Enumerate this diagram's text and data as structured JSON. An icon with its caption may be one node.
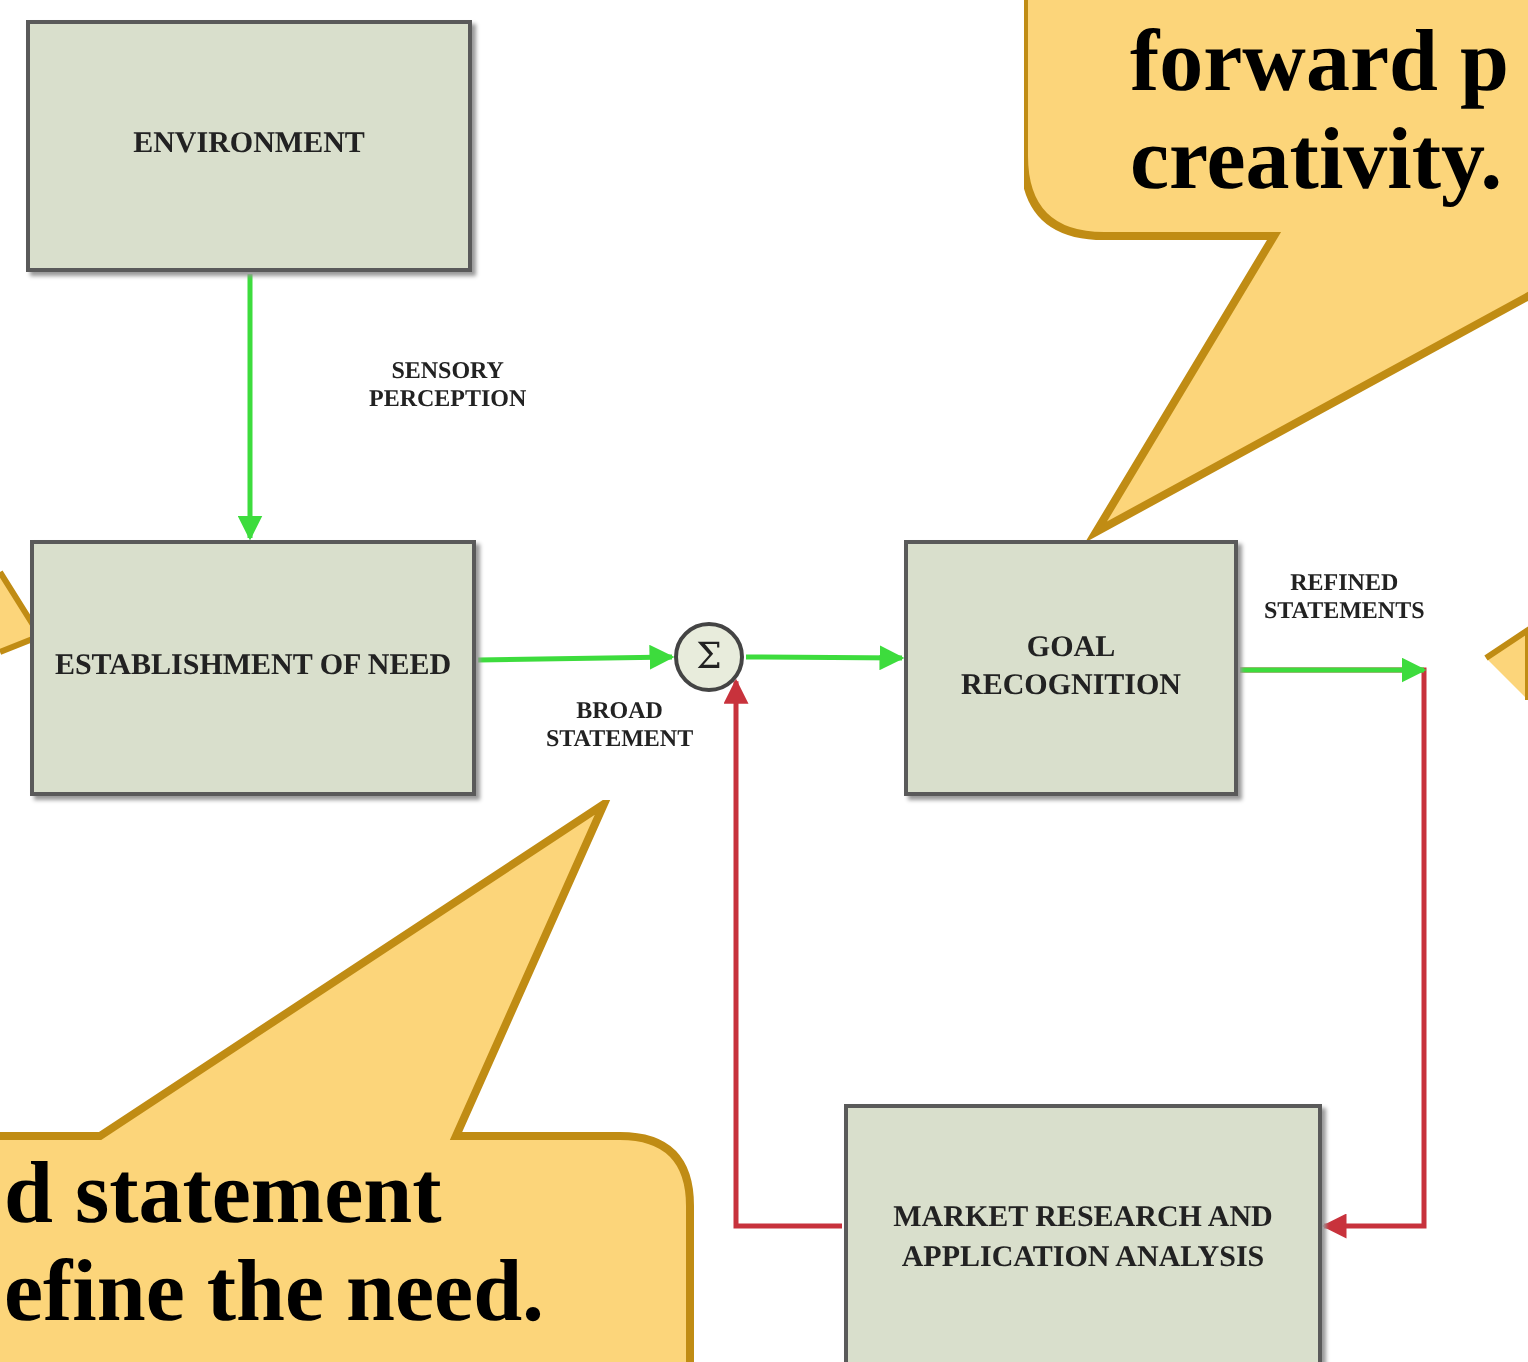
{
  "diagram": {
    "nodes": [
      {
        "text": [
          "ENVIRONMENT"
        ]
      },
      {
        "text": [
          "ESTABLISHMENT OF NEED"
        ]
      },
      {
        "text": [
          "Σ"
        ]
      },
      {
        "text": [
          "GOAL RECOGNITION"
        ]
      },
      {
        "text": [
          "MARKET RESEARCH AND APPLICATION ANALYSIS"
        ]
      },
      {
        "text": [
          "forward p creativity."
        ]
      },
      {
        "text": [
          "d statement efine the need."
        ]
      }
    ],
    "edges": [
      {
        "from": 0,
        "to": 1,
        "arrow": "to",
        "label": "SENSORY PERCEPTION"
      },
      {
        "from": 1,
        "to": 2,
        "arrow": "to",
        "label": "BROAD STATEMENT"
      },
      {
        "from": 2,
        "to": 3,
        "arrow": "to"
      },
      {
        "from": 3,
        "to": null,
        "arrow": "to",
        "label": "REFINED STATEMENTS"
      },
      {
        "from": 3,
        "to": 4,
        "arrow": "to",
        "color": "#c8323c"
      },
      {
        "from": 4,
        "to": 2,
        "arrow": "to",
        "color": "#c8323c"
      }
    ]
  }
}
